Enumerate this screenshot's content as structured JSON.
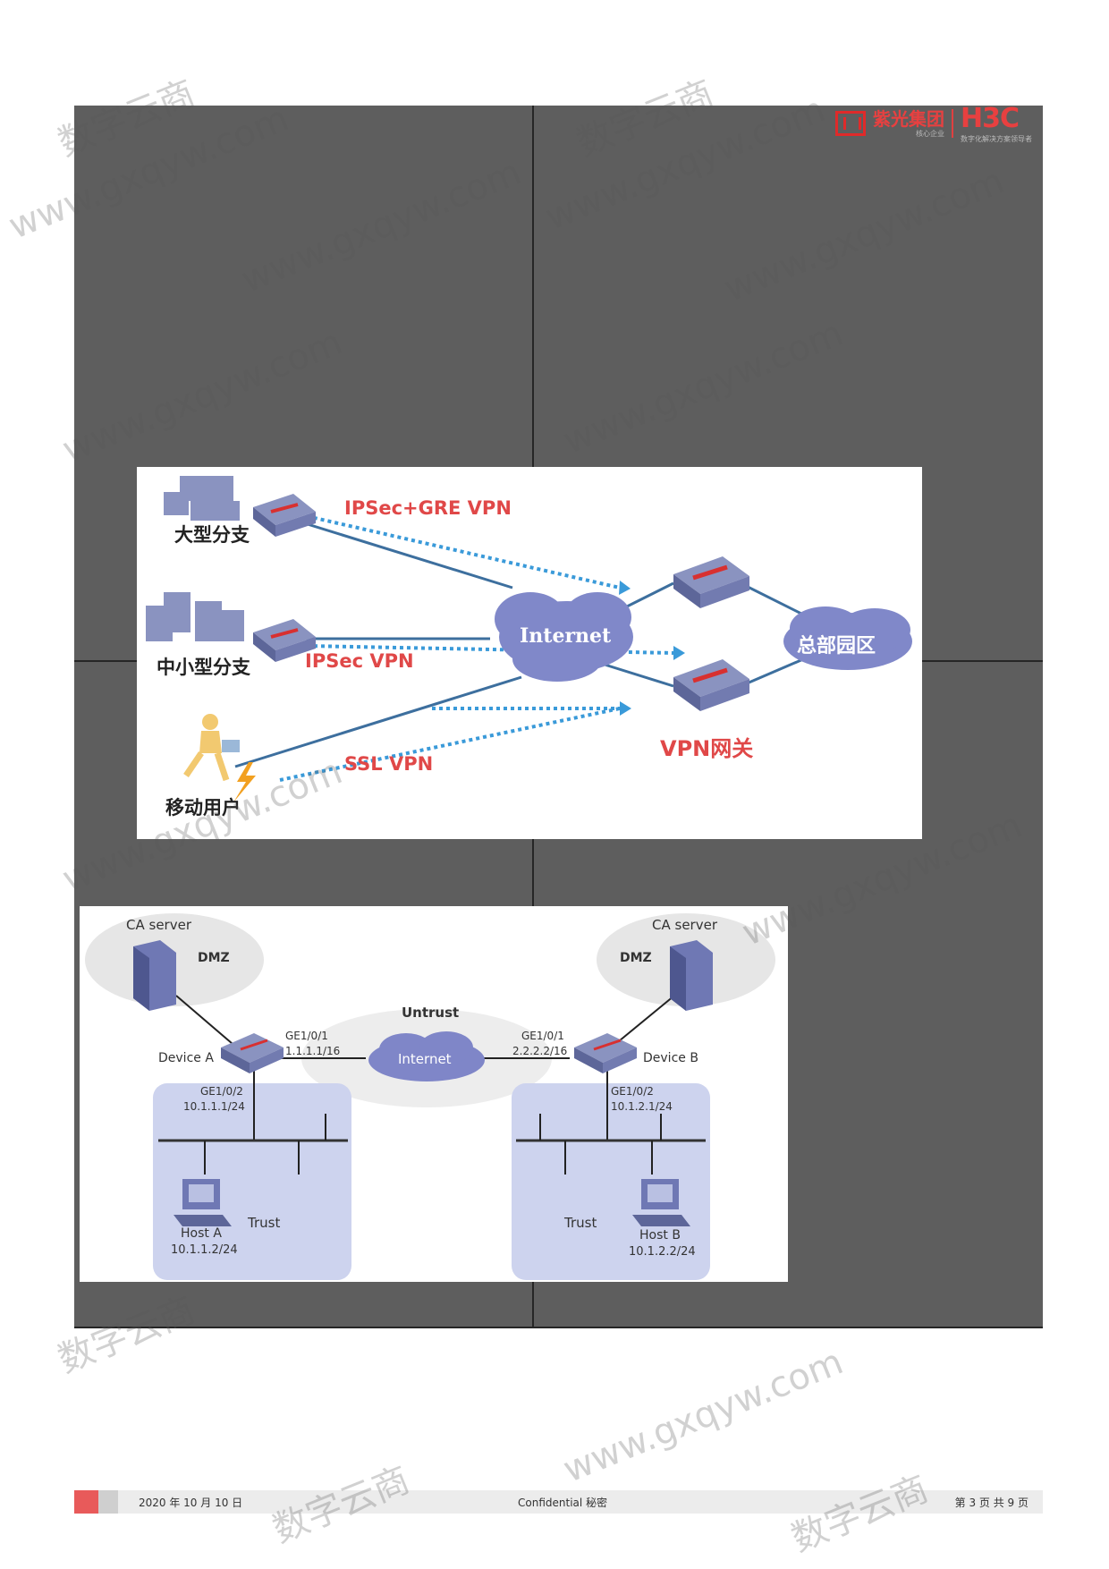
{
  "logo": {
    "brand_cn": "紫光集团",
    "brand_sub": "核心企业",
    "brand_en": "H3C",
    "brand_en_sub": "数字化解决方案领导者"
  },
  "figure1": {
    "large_branch": "大型分支",
    "small_branch": "中小型分支",
    "mobile_user": "移动用户",
    "internet": "Internet",
    "hq": "总部园区",
    "ipsec_gre": "IPSec+GRE VPN",
    "ipsec": "IPSec VPN",
    "ssl": "SSL VPN",
    "vpn_gateway": "VPN网关"
  },
  "figure2": {
    "ca_left": "CA server",
    "ca_right": "CA server",
    "dmz_left": "DMZ",
    "dmz_right": "DMZ",
    "untrust": "Untrust",
    "internet": "Internet",
    "device_a": "Device A",
    "device_b": "Device B",
    "a_ge1": "GE1/0/1",
    "a_ip1": "1.1.1.1/16",
    "b_ge1": "GE1/0/1",
    "b_ip1": "2.2.2.2/16",
    "a_ge2": "GE1/0/2",
    "a_ip2": "10.1.1.1/24",
    "b_ge2": "GE1/0/2",
    "b_ip2": "10.1.2.1/24",
    "trust_left": "Trust",
    "trust_right": "Trust",
    "host_a": "Host A",
    "host_a_ip": "10.1.1.2/24",
    "host_b": "Host B",
    "host_b_ip": "10.1.2.2/24"
  },
  "footer": {
    "date": "2020 年 10 月 10 日",
    "confidential": "Confidential 秘密",
    "page": "第 3 页  共 9 页"
  },
  "watermark": {
    "cn": "数字云商",
    "url": "www.gxqyw.com"
  },
  "colors": {
    "slide_bg": "#5e5e5e",
    "accent_red": "#e84040",
    "dash_blue": "#3a9ad9",
    "cloud": "#7f86c8"
  }
}
